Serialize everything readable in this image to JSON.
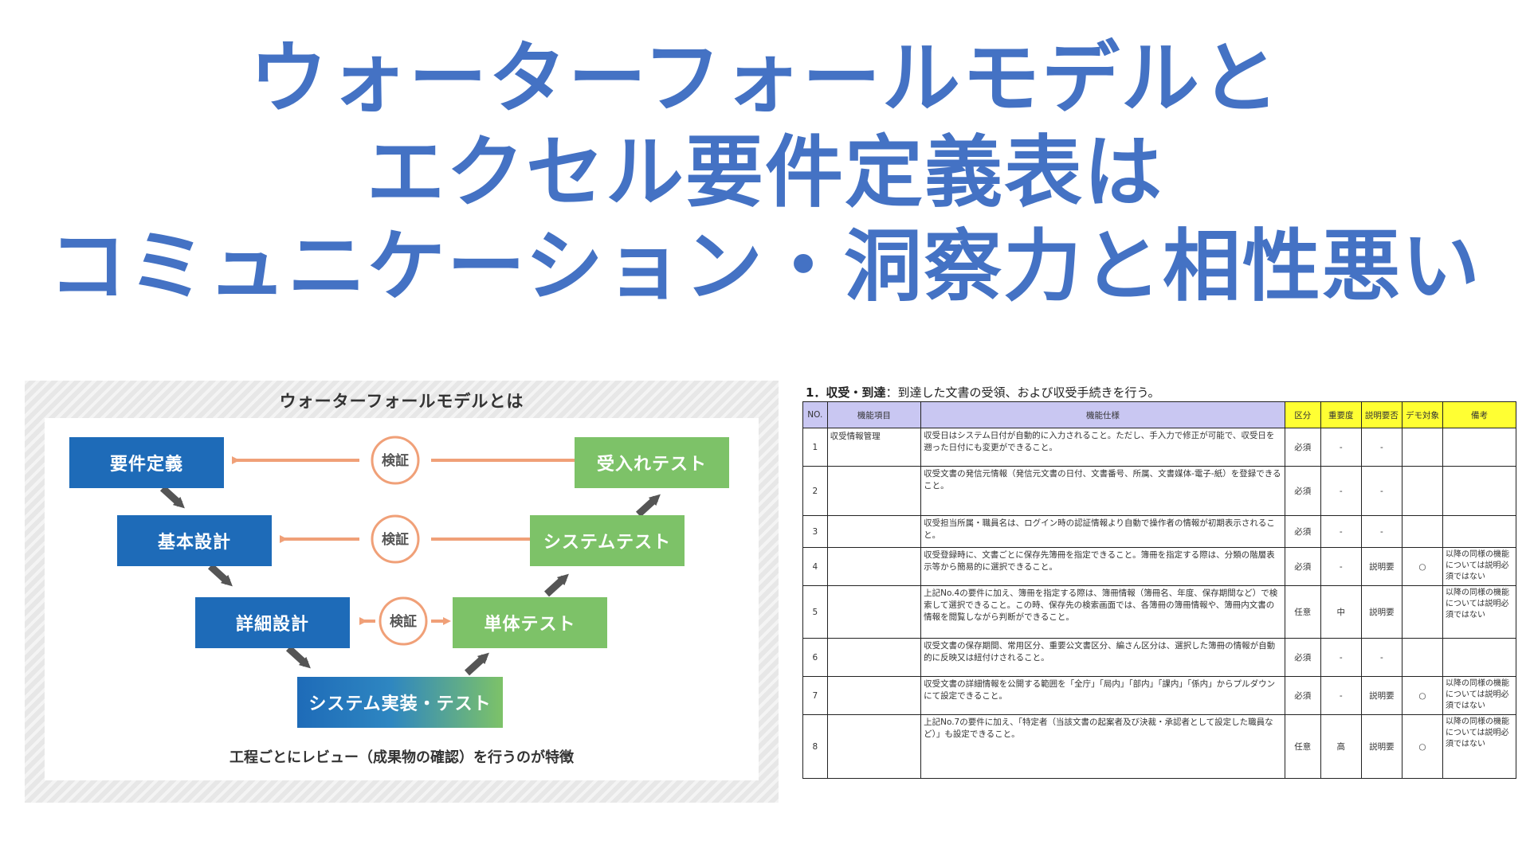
{
  "title": {
    "line1": "ウォーターフォールモデルと",
    "line2": "エクセル要件定義表は",
    "line3": "コミュニケーション・洞察力と相性悪い"
  },
  "waterfall": {
    "heading": "ウォーターフォールモデルとは",
    "boxes": {
      "requirements": "要件定義",
      "basic_design": "基本設計",
      "detail_design": "詳細設計",
      "implementation": "システム実装・テスト",
      "unit_test": "単体テスト",
      "system_test": "システムテスト",
      "acceptance_test": "受入れテスト"
    },
    "verify_label": "検証",
    "caption": "工程ごとにレビュー（成果物の確認）を行うのが特徴",
    "colors": {
      "blue": "#1e6bb8",
      "green": "#7dc268",
      "arrow": "#f0a078",
      "step_arrow": "#555555"
    }
  },
  "spreadsheet": {
    "heading_bold": "1．収受・到達",
    "heading_rest": "：到達した文書の受領、および収受手続きを行う。",
    "headers": [
      "NO.",
      "機能項目",
      "機能仕様",
      "区分",
      "重要度",
      "説明要否",
      "デモ対象",
      "備考"
    ],
    "rows": [
      {
        "no": "1",
        "item": "収受情報管理",
        "spec": "収受日はシステム日付が自動的に入力されること。ただし、手入力で修正が可能で、収受日を遡った日付にも変更ができること。",
        "kubun": "必須",
        "juyo": "-",
        "setsumei": "-",
        "demo": "",
        "biko": ""
      },
      {
        "no": "2",
        "item": "",
        "spec": "収受文書の発信元情報（発信元文書の日付、文書番号、所属、文書媒体-電子-紙）を登録できること。",
        "kubun": "必須",
        "juyo": "-",
        "setsumei": "-",
        "demo": "",
        "biko": ""
      },
      {
        "no": "3",
        "item": "",
        "spec": "収受担当所属・職員名は、ログイン時の認証情報より自動で操作者の情報が初期表示されること。",
        "kubun": "必須",
        "juyo": "-",
        "setsumei": "-",
        "demo": "",
        "biko": ""
      },
      {
        "no": "4",
        "item": "",
        "spec": "収受登録時に、文書ごとに保存先簿冊を指定できること。簿冊を指定する際は、分類の階層表示等から簡易的に選択できること。",
        "kubun": "必須",
        "juyo": "-",
        "setsumei": "説明要",
        "demo": "○",
        "biko": "以降の同様の機能については説明必須ではない"
      },
      {
        "no": "5",
        "item": "",
        "spec": "上記No.4の要件に加え、簿冊を指定する際は、簿冊情報（簿冊名、年度、保存期間など）で検索して選択できること。この時、保存先の検索画面では、各簿冊の簿冊情報や、簿冊内文書の情報を閲覧しながら判断ができること。",
        "kubun": "任意",
        "juyo": "中",
        "setsumei": "説明要",
        "demo": "",
        "biko": "以降の同様の機能については説明必須ではない"
      },
      {
        "no": "6",
        "item": "",
        "spec": "収受文書の保存期間、常用区分、重要公文書区分、編さん区分は、選択した簿冊の情報が自動的に反映又は紐付けされること。",
        "kubun": "必須",
        "juyo": "-",
        "setsumei": "-",
        "demo": "",
        "biko": ""
      },
      {
        "no": "7",
        "item": "",
        "spec": "収受文書の詳細情報を公開する範囲を「全庁」「局内」「部内」「課内」「係内」からプルダウンにて設定できること。",
        "kubun": "必須",
        "juyo": "-",
        "setsumei": "説明要",
        "demo": "○",
        "biko": "以降の同様の機能については説明必須ではない"
      },
      {
        "no": "8",
        "item": "",
        "spec": "上記No.7の要件に加え、「特定者（当該文書の起案者及び決裁・承認者として設定した職員など）」も設定できること。",
        "kubun": "任意",
        "juyo": "高",
        "setsumei": "説明要",
        "demo": "○",
        "biko": "以降の同様の機能については説明必須ではない"
      }
    ]
  }
}
